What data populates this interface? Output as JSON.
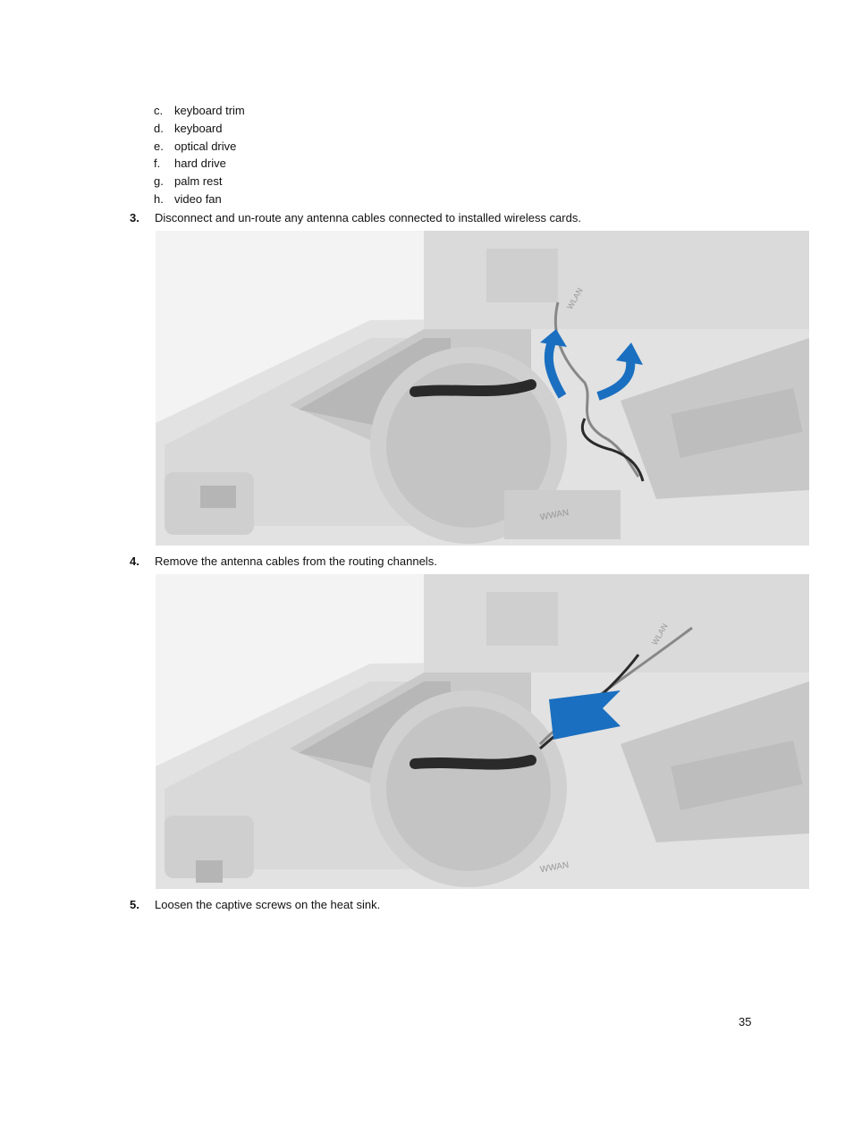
{
  "sub_items": [
    {
      "letter": "c.",
      "text": "keyboard trim"
    },
    {
      "letter": "d.",
      "text": "keyboard"
    },
    {
      "letter": "e.",
      "text": "optical drive"
    },
    {
      "letter": "f.",
      "text": "hard drive"
    },
    {
      "letter": "g.",
      "text": "palm rest"
    },
    {
      "letter": "h.",
      "text": "video fan"
    }
  ],
  "steps": [
    {
      "number": "3.",
      "text": "Disconnect and un-route any antenna cables connected to installed wireless cards."
    },
    {
      "number": "4.",
      "text": "Remove the antenna cables from the routing channels."
    },
    {
      "number": "5.",
      "text": "Loosen the captive screws on the heat sink."
    }
  ],
  "figures": [
    {
      "label_wwan": "WWAN",
      "label_wlan": "WLAN"
    },
    {
      "label_wwan": "WWAN",
      "label_wlan": "WLAN"
    }
  ],
  "colors": {
    "arrow": "#1a6fc0",
    "chassis": "#d4d4d4",
    "cable_dark": "#2a2a2a"
  },
  "page_number": "35"
}
